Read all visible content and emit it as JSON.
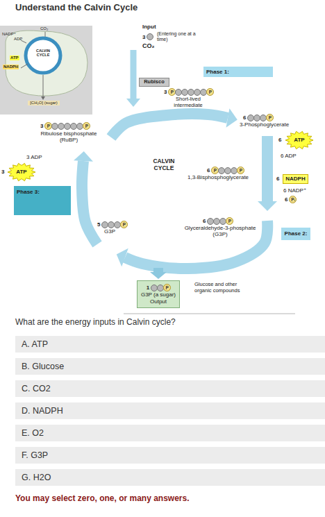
{
  "diagram": {
    "title": "Understand the Calvin Cycle",
    "nodes": [
      {
        "text": [
          "Phase 1:"
        ]
      },
      {
        "text": [
          "Rubisco"
        ]
      },
      {
        "text": [
          "ATP"
        ]
      },
      {
        "text": [
          "NADPH"
        ]
      },
      {
        "text": [
          "Phase 2:"
        ]
      },
      {
        "text": [
          "1",
          "P",
          "G3P (a sugar)",
          "Output"
        ]
      },
      {
        "text": [
          "ATP"
        ]
      },
      {
        "text": [
          "Phase 3:"
        ]
      },
      {
        "text": [
          "A. ATP"
        ]
      },
      {
        "text": [
          "B. Glucose"
        ]
      },
      {
        "text": [
          "C. CO2"
        ]
      },
      {
        "text": [
          "D. NADPH"
        ]
      },
      {
        "text": [
          "E. O2"
        ]
      },
      {
        "text": [
          "F. G3P"
        ]
      },
      {
        "text": [
          "G. H2O"
        ]
      }
    ],
    "labels": [
      "CO₂",
      "NADP⁺",
      "ADP",
      "CALVIN CYCLE",
      "ATP",
      "NADPH",
      "[CH₂O] (sugar)",
      "Input",
      "3",
      "(Entering one at a time)",
      "CO₂",
      "3",
      "P",
      "P",
      "Short-lived intermediate",
      "6",
      "P",
      "3-Phosphoglycerate",
      "6",
      "6 ADP",
      "CALVIN CYCLE",
      "6",
      "P",
      "P",
      "1,3-Bisphosphoglycerate",
      "6",
      "6 NADP⁺",
      "6",
      "Pᵢ",
      "6",
      "P",
      "Glyceraldehyde-3-phosphate (G3P)",
      "Glucose and other organic compounds",
      "5",
      "P",
      "G3P",
      "3",
      "P",
      "P",
      "Ribulose bisphosphate (RuBP)",
      "3 ADP",
      "3",
      "What are the energy inputs in Calvin cycle?",
      "You may select zero, one, or many answers."
    ]
  }
}
